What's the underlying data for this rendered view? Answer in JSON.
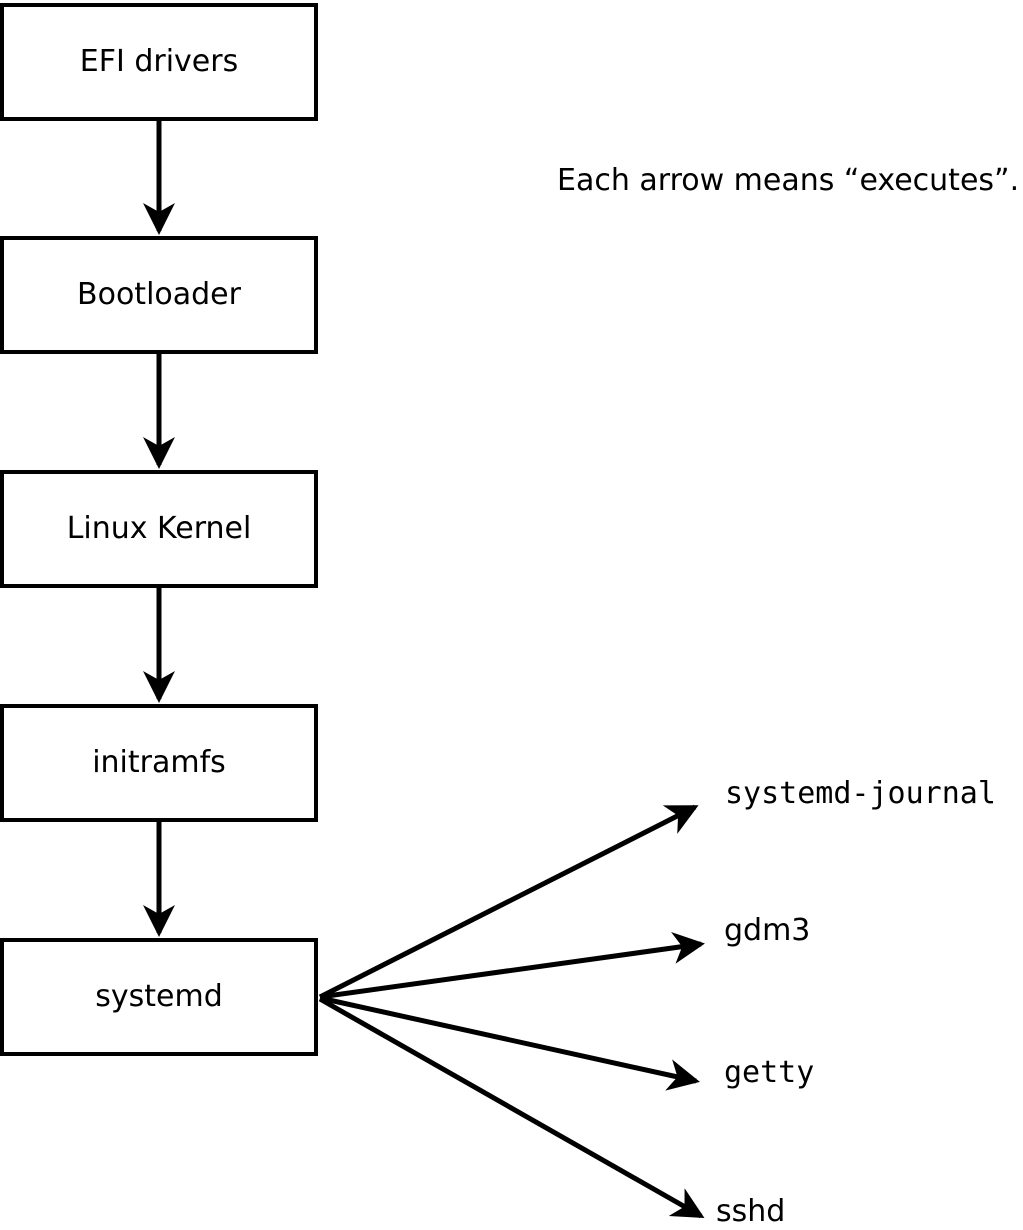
{
  "diagram": {
    "annotation": "Each arrow means “executes”.",
    "boot_chain": [
      {
        "label": "EFI drivers"
      },
      {
        "label": "Bootloader"
      },
      {
        "label": "Linux Kernel"
      },
      {
        "label": "initramfs"
      },
      {
        "label": "systemd"
      }
    ],
    "spawned_processes": [
      {
        "label": "systemd-journal"
      },
      {
        "label": "gdm3"
      },
      {
        "label": "getty"
      },
      {
        "label": "sshd"
      }
    ],
    "colors": {
      "line": "#000000",
      "box_border": "#000000",
      "box_fill": "#ffffff",
      "background": "#ffffff",
      "text": "#000000"
    }
  }
}
